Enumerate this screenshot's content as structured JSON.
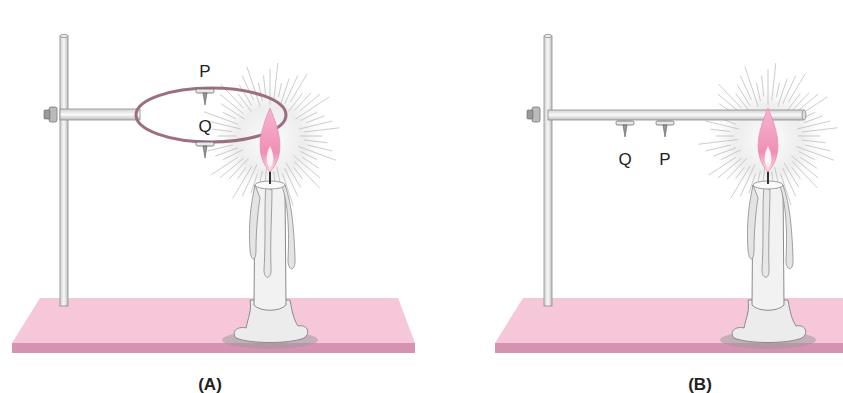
{
  "diagram": {
    "labels": [
      "P",
      "Q",
      "(A)",
      "Q",
      "P",
      "(B)"
    ]
  }
}
